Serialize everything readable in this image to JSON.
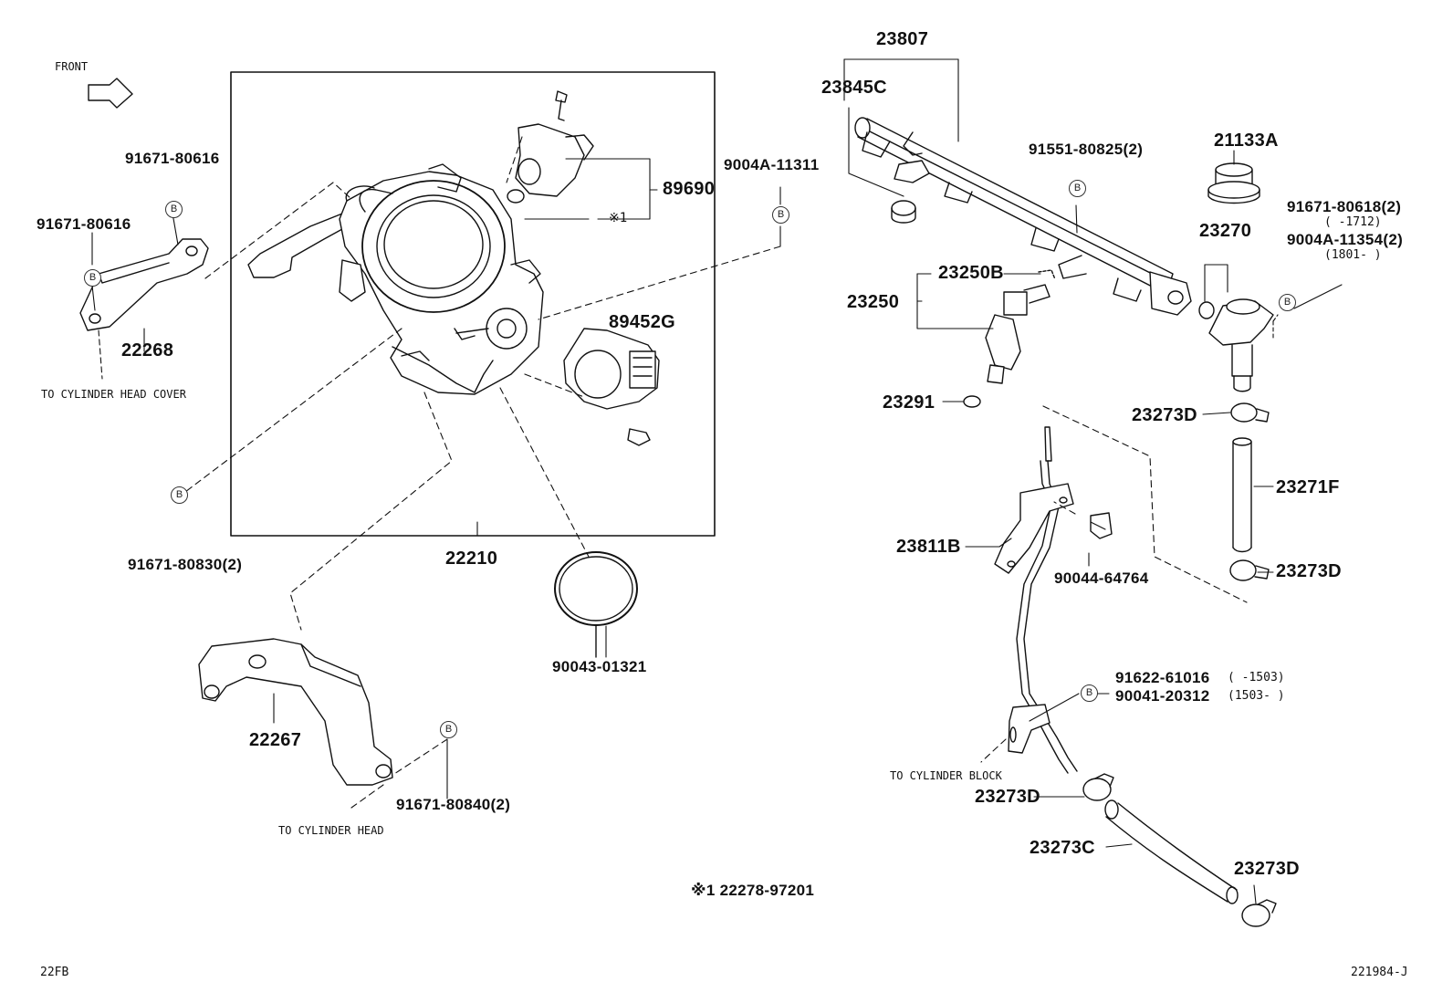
{
  "orientation": {
    "front_label": "FRONT"
  },
  "parts": {
    "p23807": "23807",
    "p23845c": "23845C",
    "p91551": "91551-80825(2)",
    "p21133a": "21133A",
    "p91671_80618": "91671-80618(2)",
    "p91671_80618_range": "(      -1712)",
    "p9004a_11354": "9004A-11354(2)",
    "p9004a_11354_range": "(1801-      )",
    "p23270": "23270",
    "p23250b": "23250B",
    "p23250": "23250",
    "p23291": "23291",
    "p23273d_a": "23273D",
    "p23271f": "23271F",
    "p23273d_b": "23273D",
    "p23811b": "23811B",
    "p90044": "90044-64764",
    "p91622": "91622-61016",
    "p91622_range": "(      -1503)",
    "p90041": "90041-20312",
    "p90041_range": "(1503-      )",
    "p23273d_c": "23273D",
    "p23273c": "23273C",
    "p23273d_d": "23273D",
    "p91671_80616_a": "91671-80616",
    "p91671_80616_b": "91671-80616",
    "p22268": "22268",
    "p89690": "89690",
    "p9004a_11311": "9004A-11311",
    "p89452g": "89452G",
    "p91671_80830": "91671-80830(2)",
    "p22210": "22210",
    "p90043": "90043-01321",
    "p22267": "22267",
    "p91671_80840": "91671-80840(2)"
  },
  "notes": {
    "to_cyl_head_cover": "TO CYLINDER HEAD COVER",
    "to_cyl_head": "TO CYLINDER HEAD",
    "to_cyl_block": "TO CYLINDER BLOCK",
    "ref_mark": "※1",
    "footnote": "※1 22278-97201",
    "page_code": "22FB",
    "diagram_code": "221984-J"
  },
  "markers": {
    "b": "B"
  }
}
